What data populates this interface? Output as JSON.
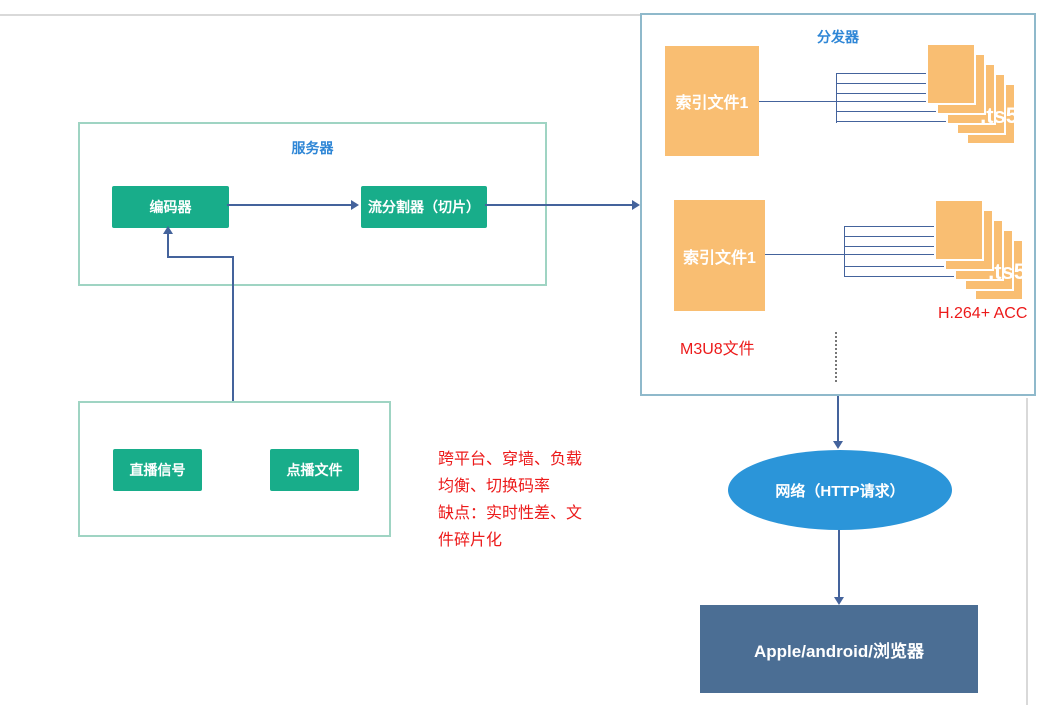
{
  "colors": {
    "accent_blue": "#2e86d6",
    "node_green": "#18ad8a",
    "node_orange": "#f9be72",
    "ellipse_blue": "#2b95d9",
    "client_slate": "#4b6e94",
    "note_red": "#ec1a1a",
    "connector_navy": "#44639c",
    "server_border_teal": "#9fd4c3",
    "distributor_border_blue": "#8fb9cb"
  },
  "server_box": {
    "title": "服务器",
    "encoder_label": "编码器",
    "slicer_label": "流分割器（切片）"
  },
  "source_box": {
    "live_label": "直播信号",
    "vod_label": "点播文件"
  },
  "notes": {
    "line1": "跨平台、穿墙、负载",
    "line2": "均衡、切换码率",
    "line3": "缺点：实时性差、文",
    "line4": "件碎片化"
  },
  "distributor": {
    "title": "分发器",
    "m3u8_label": "M3U8文件",
    "codec_label": "H.264+ ACC",
    "groups": [
      {
        "index_label": "索引文件1",
        "ts_label": ".ts5"
      },
      {
        "index_label": "索引文件1",
        "ts_label": ".ts5"
      }
    ]
  },
  "network": {
    "label": "网络（HTTP请求）"
  },
  "client": {
    "label": "Apple/android/浏览器"
  }
}
